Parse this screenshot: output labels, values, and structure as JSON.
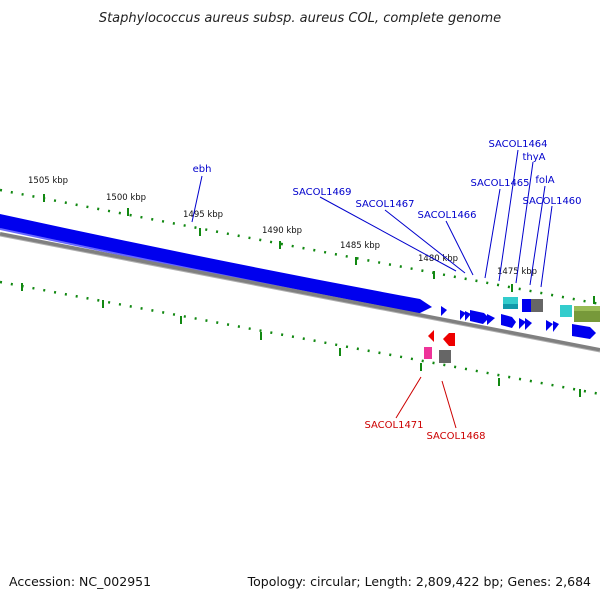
{
  "title": "Staphylococcus aureus subsp. aureus COL, complete genome",
  "footer": {
    "accession": "Accession: NC_002951",
    "summary": "Topology: circular; Length: 2,809,422 bp; Genes: 2,684"
  },
  "colors": {
    "forward_cds": "#0000ee",
    "reverse_cds": "#ee0000",
    "label_forward": "#0000cc",
    "label_reverse": "#cc0000",
    "tick": "#118811",
    "backbone": "#808080",
    "cyan_feature": "#33cccc",
    "gray_feature": "#666666",
    "olive_feature": "#77993a",
    "pink_feature": "#ee3399"
  },
  "ruler": {
    "labels": [
      "1505 kbp",
      "1500 kbp",
      "1495 kbp",
      "1490 kbp",
      "1485 kbp",
      "1480 kbp",
      "1475 kbp"
    ]
  },
  "genes_forward": [
    "ebh",
    "SACOL1469",
    "SACOL1467",
    "SACOL1466",
    "SACOL1465",
    "SACOL1464",
    "thyA",
    "folA",
    "SACOL1460"
  ],
  "genes_reverse": [
    "SACOL1471",
    "SACOL1468"
  ]
}
